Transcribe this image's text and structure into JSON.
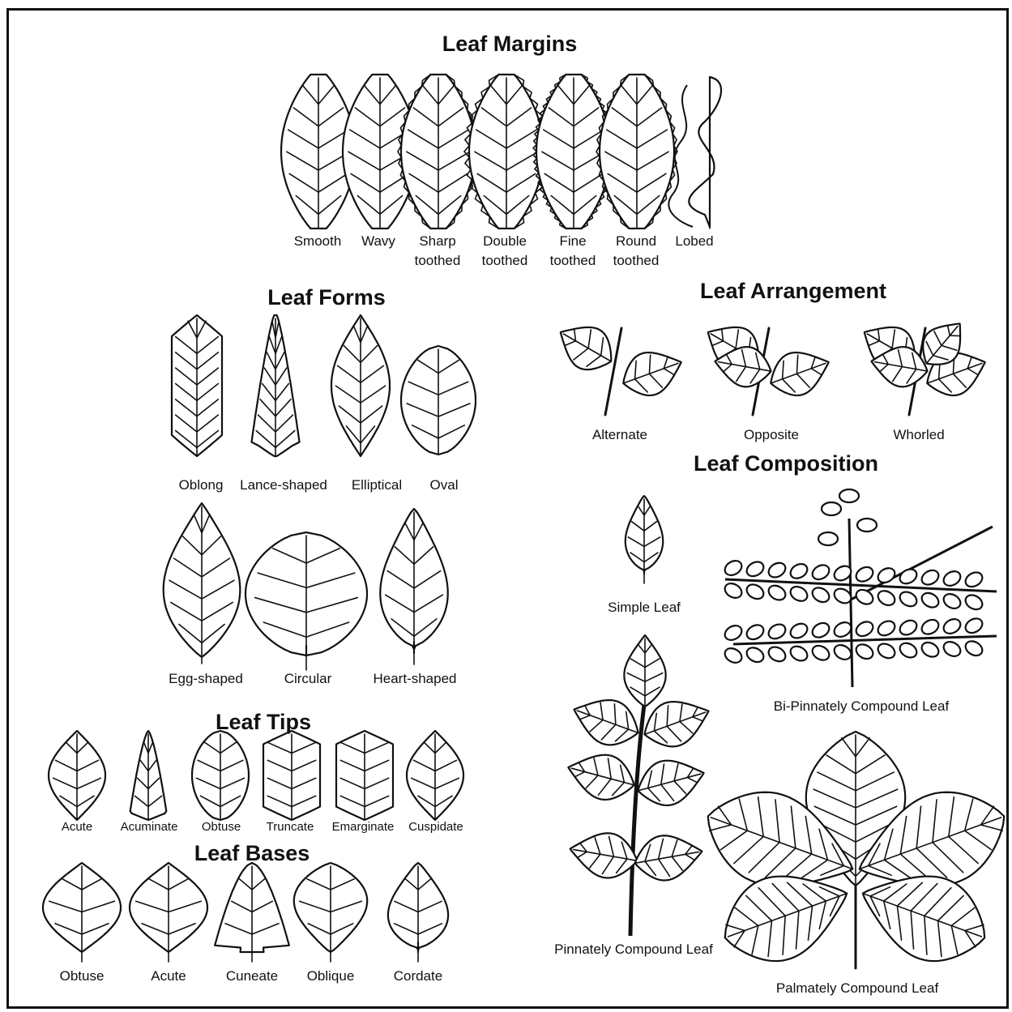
{
  "sections": {
    "margins": {
      "title": "Leaf Margins",
      "labels": [
        "Smooth",
        "Wavy",
        "Sharp",
        "toothed",
        "Double",
        "toothed",
        "Fine",
        "toothed",
        "Round",
        "toothed",
        "Lobed"
      ]
    },
    "forms": {
      "title": "Leaf Forms",
      "labels": [
        "Oblong",
        "Lance-shaped",
        "Elliptical",
        "Oval",
        "Egg-shaped",
        "Circular",
        "Heart-shaped"
      ]
    },
    "arrangement": {
      "title": "Leaf Arrangement",
      "labels": [
        "Alternate",
        "Opposite",
        "Whorled"
      ]
    },
    "composition": {
      "title": "Leaf Composition",
      "labels": [
        "Simple Leaf",
        "Bi-Pinnately Compound Leaf",
        "Pinnately Compound Leaf",
        "Palmately Compound Leaf"
      ]
    },
    "tips": {
      "title": "Leaf Tips",
      "labels": [
        "Acute",
        "Acuminate",
        "Obtuse",
        "Truncate",
        "Emarginate",
        "Cuspidate"
      ]
    },
    "bases": {
      "title": "Leaf Bases",
      "labels": [
        "Obtuse",
        "Acute",
        "Cuneate",
        "Oblique",
        "Cordate"
      ]
    }
  }
}
